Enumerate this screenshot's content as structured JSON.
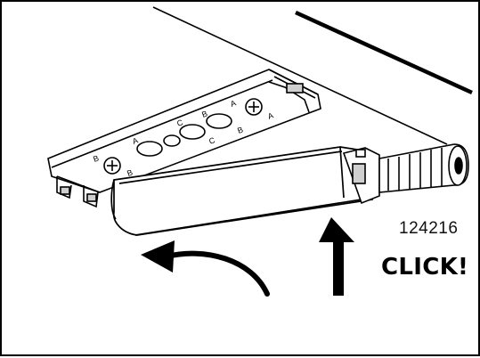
{
  "diagram": {
    "part_number": "124216",
    "action_label": "CLICK!",
    "bracket_letters": [
      "B",
      "A",
      "C",
      "B",
      "A",
      "B",
      "C",
      "B",
      "A"
    ],
    "colors": {
      "line": "#000000",
      "shading": "#cfcfcf",
      "background": "#ffffff"
    }
  }
}
